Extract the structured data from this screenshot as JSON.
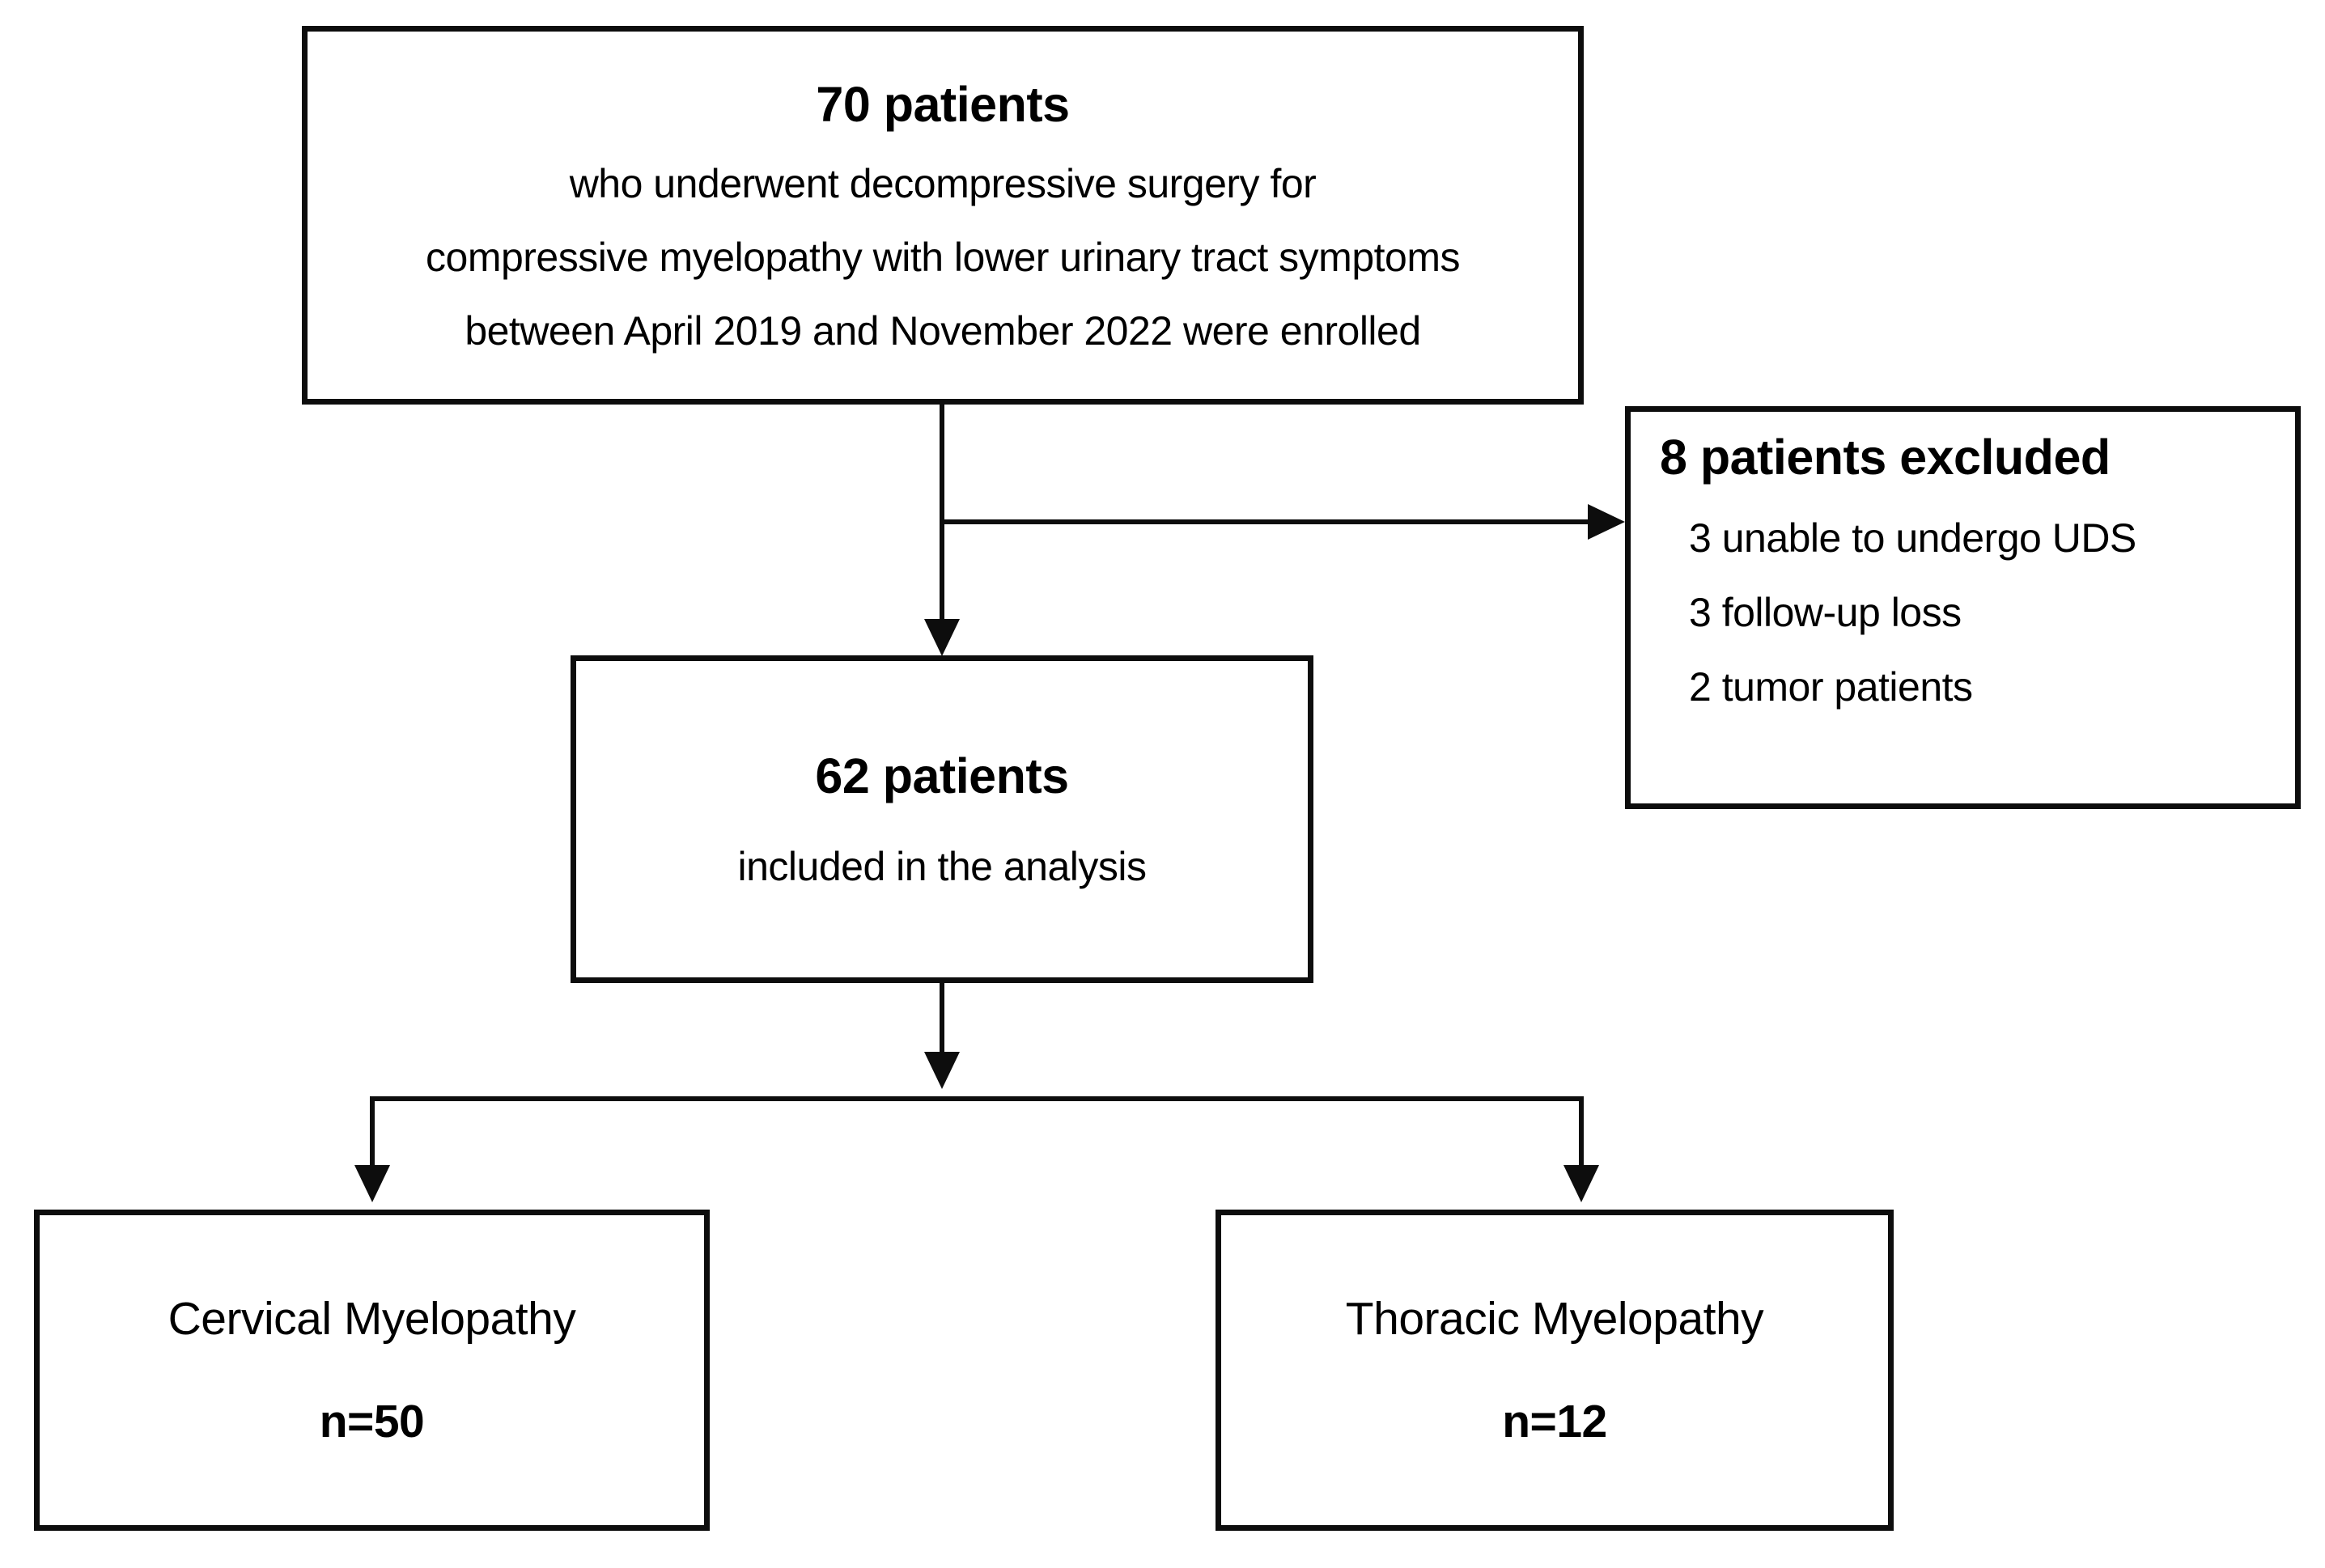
{
  "diagram": {
    "title": "Patient enrollment flow diagram",
    "colors": {
      "stroke": "#0d0d0d",
      "background": "#ffffff",
      "text": "#000000"
    },
    "nodes": {
      "enrolled": {
        "heading": "70 patients",
        "line1": "who underwent decompressive surgery for",
        "line2": "compressive myelopathy with lower urinary tract symptoms",
        "line3": "between April 2019 and November 2022 were enrolled"
      },
      "excluded": {
        "heading": "8 patients excluded",
        "reason1": "3 unable to undergo UDS",
        "reason2": "3 follow-up loss",
        "reason3": "2 tumor patients"
      },
      "included": {
        "heading": "62 patients",
        "subtext": "included in the analysis"
      },
      "cervical": {
        "label": "Cervical Myelopathy",
        "count": "n=50"
      },
      "thoracic": {
        "label": "Thoracic Myelopathy",
        "count": "n=12"
      }
    }
  }
}
